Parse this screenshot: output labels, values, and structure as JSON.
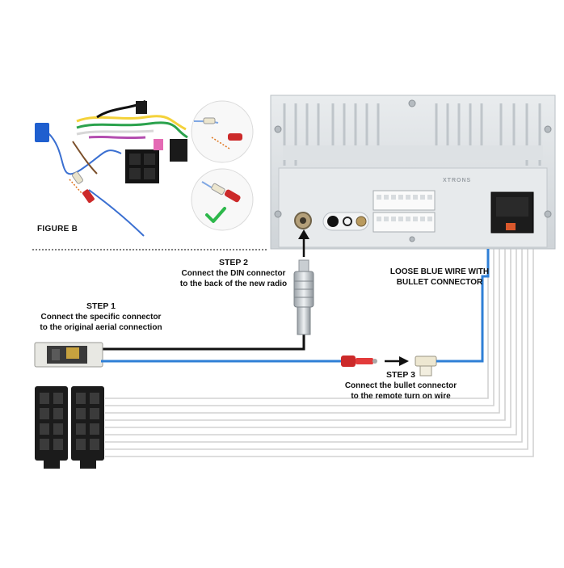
{
  "figure_label": "FIGURE B",
  "step1": {
    "title": "STEP 1",
    "line1": "Connect the specific connector",
    "line2": "to the original aerial connection"
  },
  "step2": {
    "title": "STEP 2",
    "line1": "Connect the DIN connector",
    "line2": "to the back of the new radio"
  },
  "step3": {
    "title": "STEP 3",
    "line1": "Connect the bullet connector",
    "line2": "to the remote turn on wire"
  },
  "loose_wire": {
    "line1": "LOOSE BLUE WIRE WITH",
    "line2": "BULLET CONNECTOR"
  },
  "radio_brand": "XTRONS",
  "colors": {
    "blue_wire": "#2f7fd6",
    "black_wire": "#111111",
    "red_connector": "#cc2a2a",
    "check_green": "#2db84b",
    "grey_wires": "#d0d0d0"
  }
}
